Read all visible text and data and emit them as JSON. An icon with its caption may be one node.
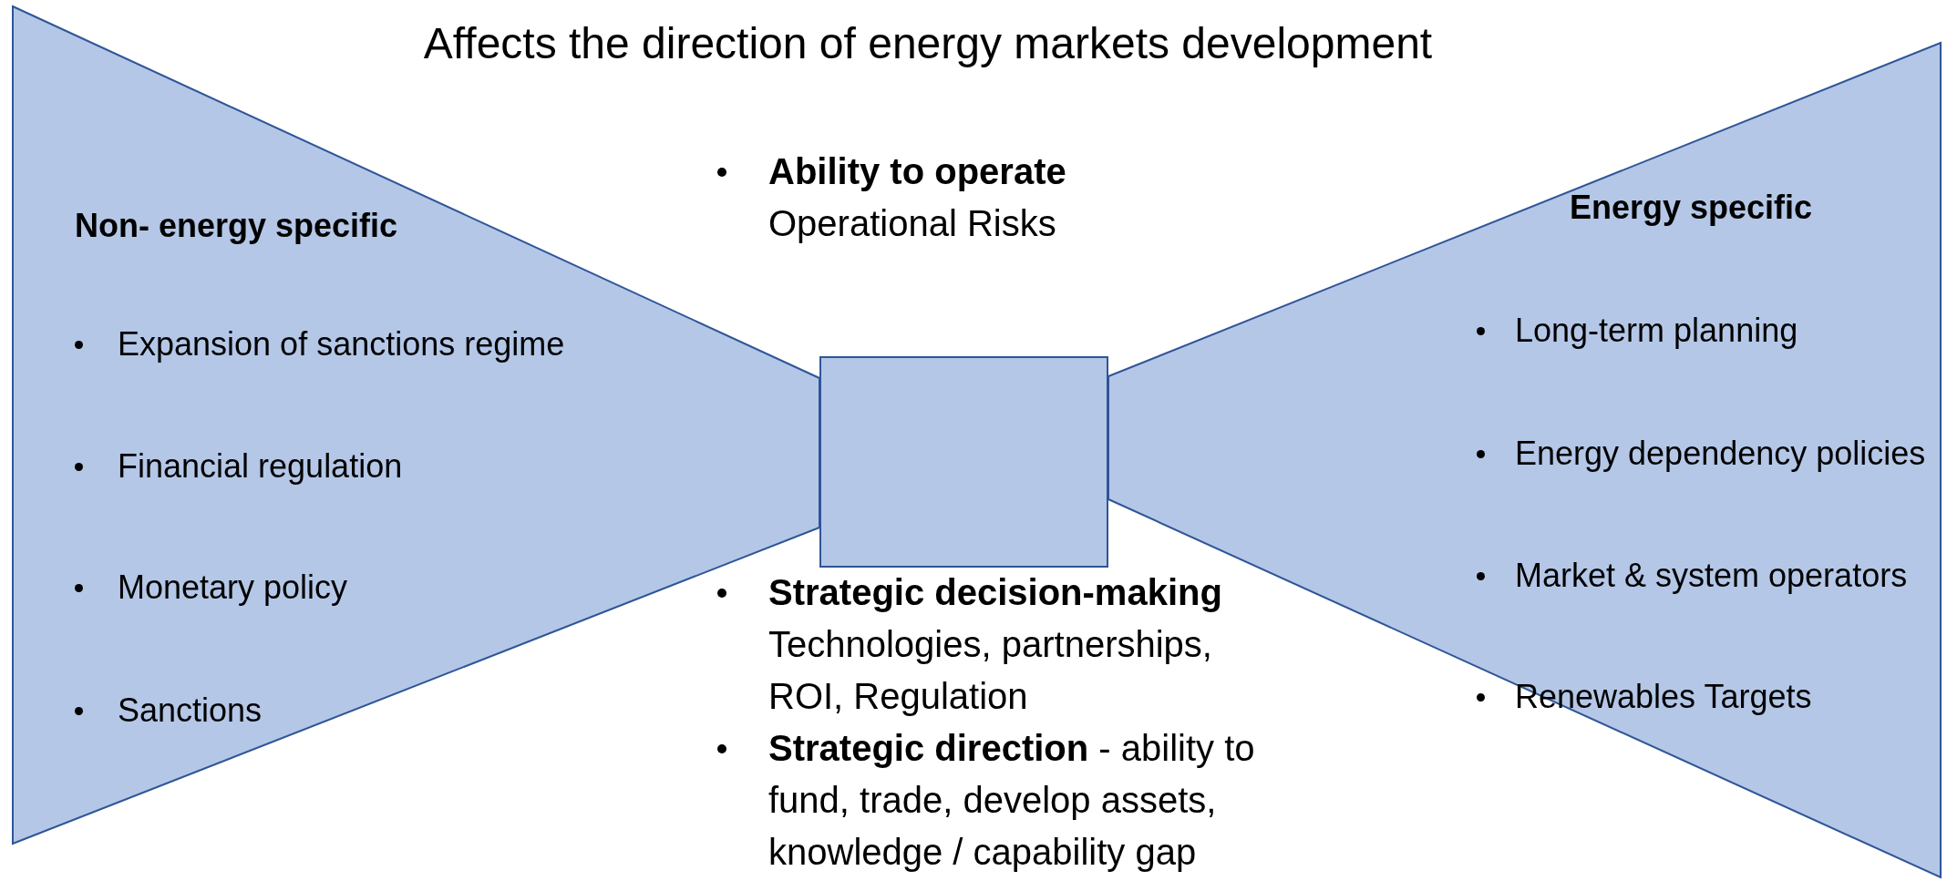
{
  "diagram": {
    "title": "Affects the direction of energy markets development",
    "nodes": [
      {
        "text": [
          "Non- energy specific",
          "Expansion of sanctions regime",
          "Financial regulation",
          "Monetary policy",
          "Sanctions"
        ]
      },
      {
        "text": [],
        "shape": "box"
      },
      {
        "text": [
          "Energy specific",
          "Long-term planning",
          "Energy dependency policies",
          "Market & system operators",
          "Renewables Targets"
        ]
      }
    ],
    "labels": [
      "Ability to operate",
      "Operational Risks",
      "Strategic decision-making",
      "Technologies, partnerships, ROI, Regulation",
      "**Strategic direction** - ability to fund, trade, develop assets, knowledge / capability gap"
    ]
  }
}
